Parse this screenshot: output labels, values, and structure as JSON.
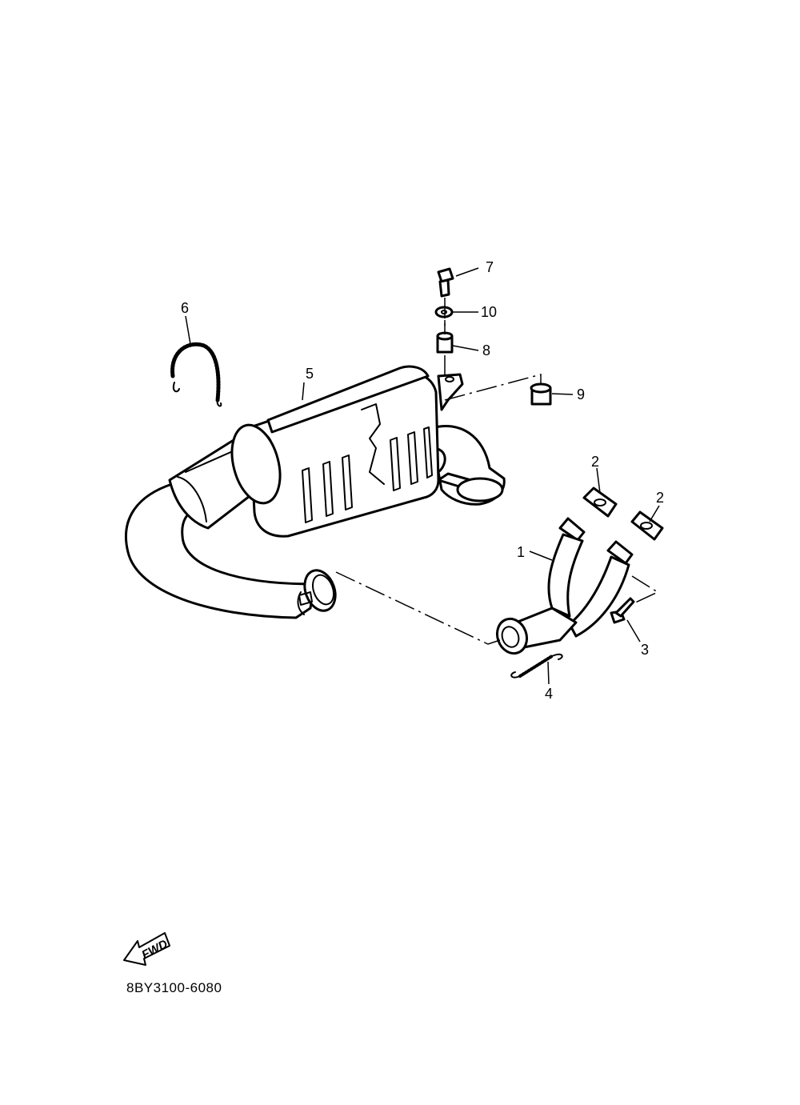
{
  "diagram": {
    "callouts": {
      "p1": "1",
      "p2a": "2",
      "p2b": "2",
      "p3": "3",
      "p4": "4",
      "p5": "5",
      "p6": "6",
      "p7": "7",
      "p8": "8",
      "p9": "9",
      "p10": "10"
    },
    "fwd_label": "FWD",
    "drawing_code": "8BY3100-6080"
  }
}
